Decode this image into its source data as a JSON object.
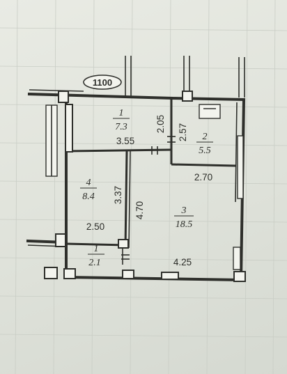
{
  "plan_tag": "1100",
  "rooms": [
    {
      "number": "1",
      "area": "7.3"
    },
    {
      "number": "2",
      "area": "5.5"
    },
    {
      "number": "3",
      "area": "18.5"
    },
    {
      "number": "4",
      "area": "8.4"
    },
    {
      "number": "1",
      "area": "2.1"
    }
  ],
  "dimensions": {
    "d_2_05": "2.05",
    "d_2_57": "2.57",
    "d_3_55": "3.55",
    "d_2_70": "2.70",
    "d_3_37": "3.37",
    "d_4_70": "4.70",
    "d_2_50": "2.50",
    "d_4_25": "4.25"
  }
}
